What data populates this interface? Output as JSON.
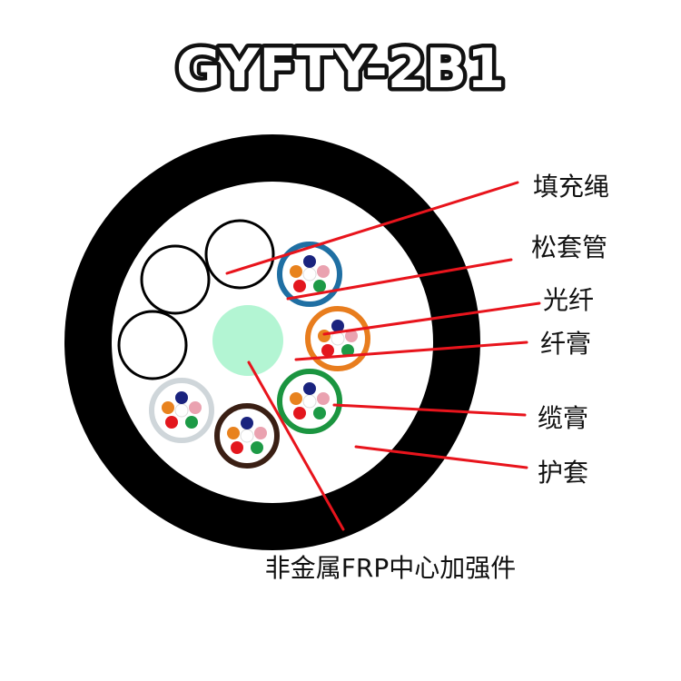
{
  "title": "GYFTY-2B1",
  "labels": {
    "filler_rope": "填充绳",
    "loose_tube": "松套管",
    "fiber": "光纤",
    "fiber_gel": "纤膏",
    "cable_gel": "缆膏",
    "sheath": "护套",
    "frp": "非金属FRP中心加强件"
  },
  "colors": {
    "sheath": "#000000",
    "frp": "#b3f5d3",
    "leader": "#e8141c",
    "tubes": [
      "#1f6fa3",
      "#e87d1e",
      "#1b9540",
      "#3a1f14",
      "#cfd6da"
    ],
    "fibers": [
      "#1a237e",
      "#e8821e",
      "#eaa2b0",
      "#e3171e",
      "#1d9a46"
    ]
  }
}
